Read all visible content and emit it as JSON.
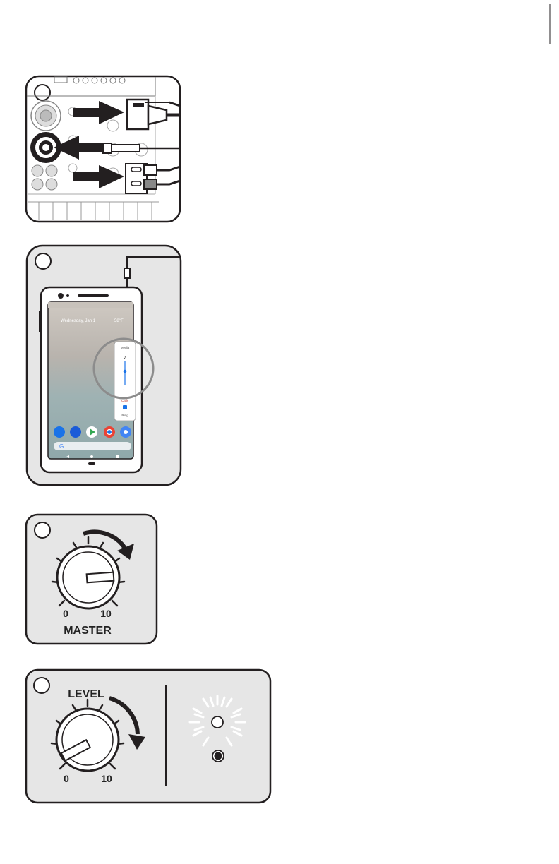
{
  "panels": {
    "connect": {
      "step_marker": ""
    },
    "phone": {
      "step_marker": "",
      "date_text": "Wednesday, Jan 1",
      "weather_text": "58°F",
      "volume_labels": [
        "Media",
        "Calls",
        "Ring"
      ]
    },
    "master": {
      "step_marker": "",
      "knob_label": "MASTER",
      "scale_min": "0",
      "scale_max": "10"
    },
    "level": {
      "step_marker": "",
      "knob_label": "LEVEL",
      "scale_min": "0",
      "scale_max": "10"
    }
  },
  "colors": {
    "panel_fill": "#e6e6e6",
    "panel_stroke": "#231f20",
    "accent_blue": "#1a73e8"
  }
}
